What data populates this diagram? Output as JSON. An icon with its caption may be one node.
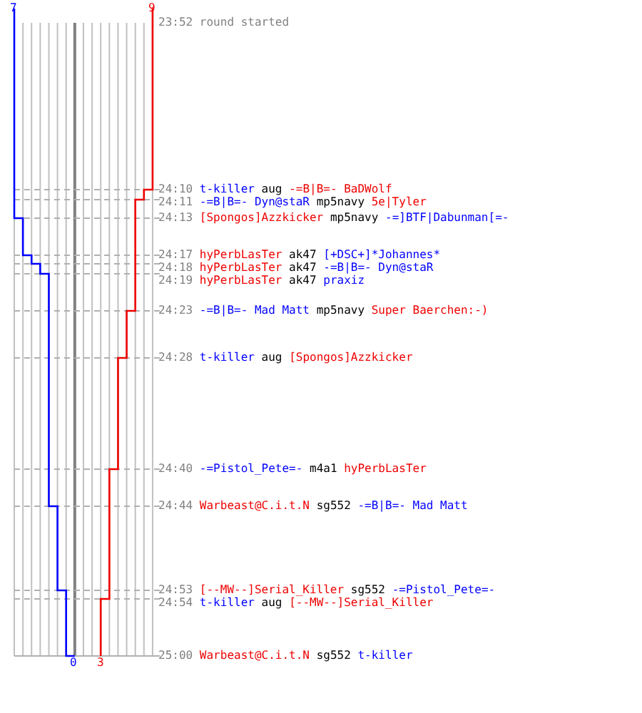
{
  "diagram": {
    "labels": [
      "7",
      "9",
      "23:52",
      "round started",
      "24:10",
      "t-killer",
      "aug",
      "-=B|B=- BaDWolf",
      "24:11",
      "-=B|B=- Dyn@staR",
      "mp5navy",
      "5e|Tyler",
      "24:13",
      "[Spongos]Azzkicker",
      "mp5navy",
      "-=]BTF|Dabunman[=-",
      "24:17",
      "hyPerbLasTer",
      "ak47",
      "[+DSC+]*Johannes*",
      "24:18",
      "hyPerbLasTer",
      "ak47",
      "-=B|B=- Dyn@staR",
      "24:19",
      "hyPerbLasTer",
      "ak47",
      "praxiz",
      "24:23",
      "-=B|B=- Mad Matt",
      "mp5navy",
      "Super Baerchen:-)",
      "24:28",
      "t-killer",
      "aug",
      "[Spongos]Azzkicker",
      "24:40",
      "-=Pistol_Pete=-",
      "m4a1",
      "hyPerbLasTer",
      "24:44",
      "Warbeast@C.i.t.N",
      "sg552",
      "-=B|B=- Mad Matt",
      "24:53",
      "[--MW--]Serial_Killer",
      "sg552",
      "-=Pistol_Pete=-",
      "24:54",
      "t-killer",
      "aug",
      "[--MW--]Serial_Killer",
      "25:00",
      "Warbeast@C.i.t.N",
      "sg552",
      "t-killer",
      "0",
      "3"
    ]
  }
}
